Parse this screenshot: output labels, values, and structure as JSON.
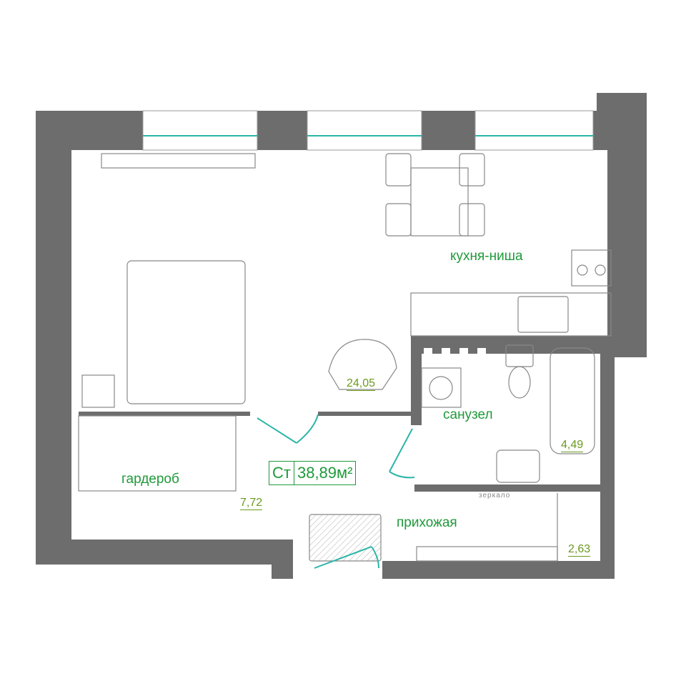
{
  "rooms": {
    "kitchen": {
      "label": "кухня-ниша"
    },
    "living": {
      "area": "24,05"
    },
    "bathroom": {
      "label": "санузел",
      "area": "4,49"
    },
    "wardrobe": {
      "label": "гардероб",
      "area": "7,72"
    },
    "hallway": {
      "label": "прихожая",
      "area": "2,63"
    }
  },
  "mirror_label": "зеркало",
  "summary": {
    "type": "Ст",
    "total_area": "38,89м²"
  },
  "colors": {
    "wall": "#6d6d6d",
    "label": "#1f9a3a",
    "area": "#6a9a1f",
    "window": "#2bb5a8"
  }
}
